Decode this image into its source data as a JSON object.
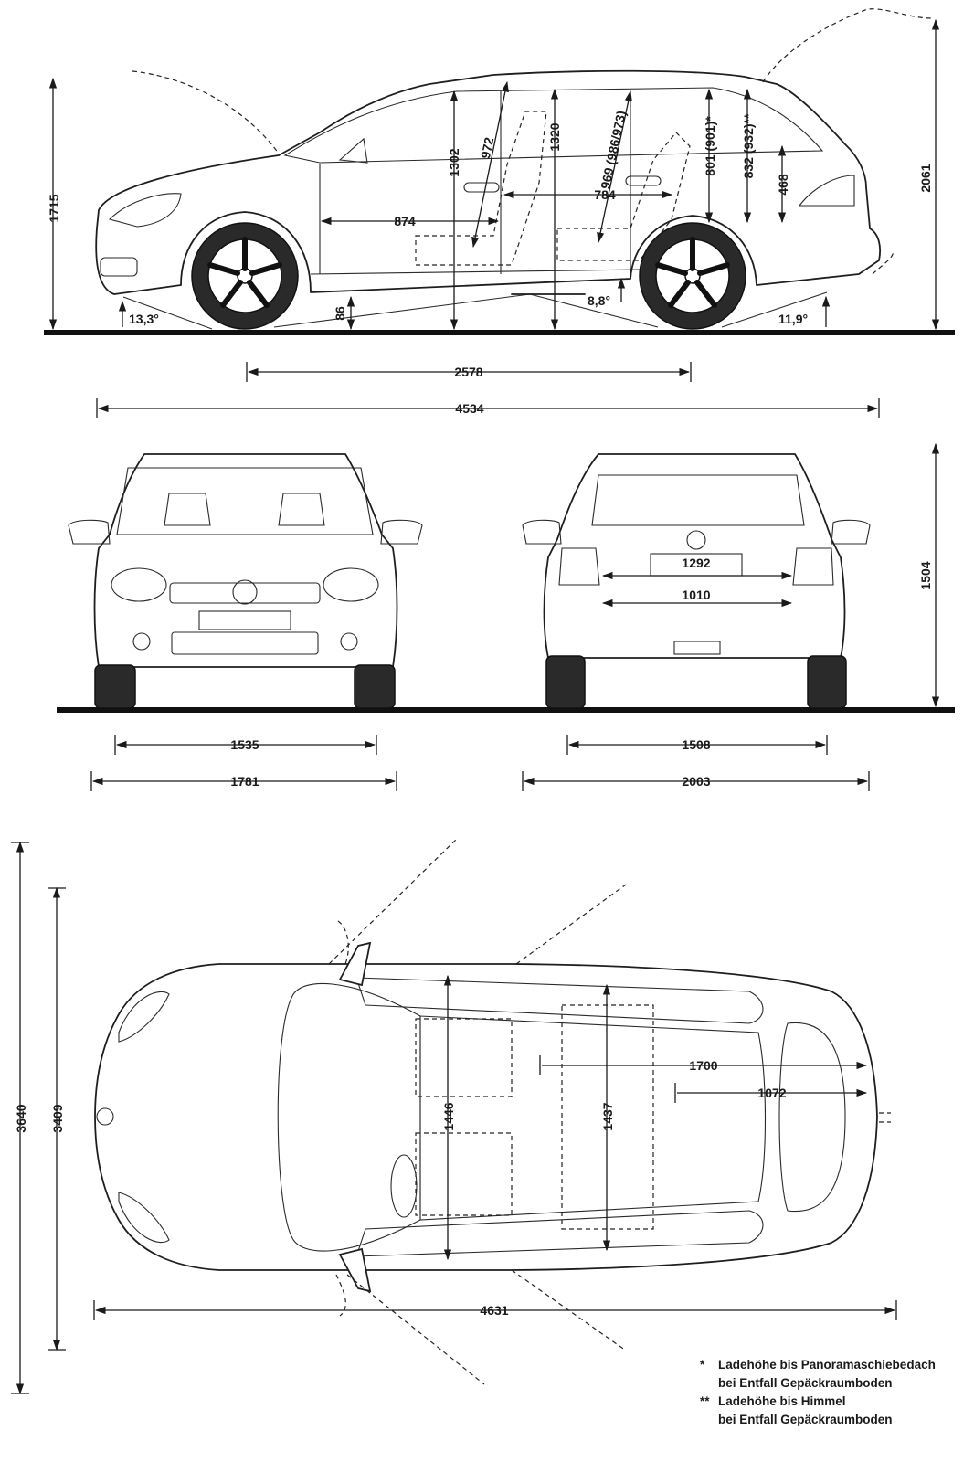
{
  "side_view": {
    "dimensions": {
      "height_front": "1715",
      "height_open": "2061",
      "wheelbase": "2578",
      "length": "4534",
      "interior_874": "874",
      "interior_784": "784",
      "interior_1302": "1302",
      "interior_972": "972",
      "interior_1320": "1320",
      "interior_969": "969 (986/973)",
      "interior_801": "801 (901)*",
      "interior_832": "832 (932)**",
      "interior_468": "468",
      "ground_clearance": "86",
      "approach_angle": "13,3°",
      "ramp_angle": "8,8°",
      "departure_angle": "11,9°"
    }
  },
  "front_view": {
    "dimensions": {
      "track_front": "1535",
      "width_body": "1781"
    }
  },
  "rear_view": {
    "dimensions": {
      "height": "1504",
      "hatch_width_top": "1292",
      "hatch_width_bottom": "1010",
      "track_rear": "1508",
      "width_mirrors": "2003"
    }
  },
  "top_view": {
    "dimensions": {
      "width_open_doors": "3640",
      "width_open_front": "3409",
      "cargo_length_1700": "1700",
      "cargo_length_1072": "1072",
      "interior_width_1446": "1446",
      "interior_width_1437": "1437",
      "length_open": "4631"
    }
  },
  "footnotes": [
    {
      "mark": "*",
      "line1": "Ladehöhe bis Panoramaschiebedach",
      "line2": "bei Entfall Gepäckraumboden"
    },
    {
      "mark": "**",
      "line1": "Ladehöhe bis Himmel",
      "line2": "bei Entfall Gepäckraumboden"
    }
  ]
}
